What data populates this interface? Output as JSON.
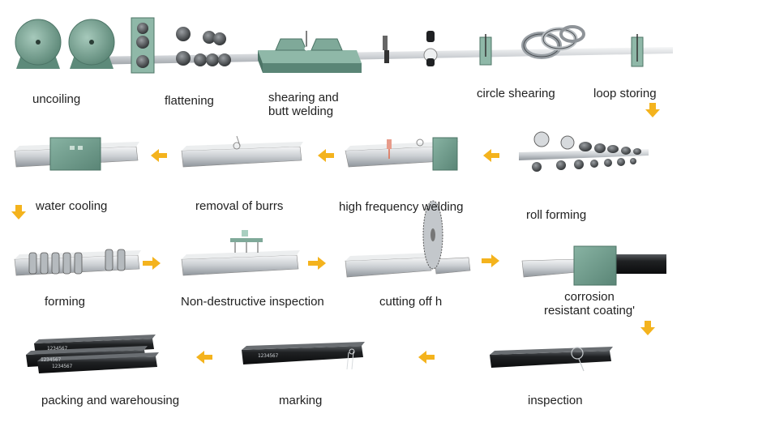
{
  "process_steps": [
    {
      "id": "uncoiling",
      "label": "uncoiling"
    },
    {
      "id": "flattening",
      "label": "flattening"
    },
    {
      "id": "shearing",
      "label": "shearing and\nbutt welding"
    },
    {
      "id": "circle_shearing",
      "label": "circle shearing"
    },
    {
      "id": "loop_storing",
      "label": "loop storing"
    },
    {
      "id": "roll_forming",
      "label": "roll forming"
    },
    {
      "id": "hf_welding",
      "label": "high frequency welding"
    },
    {
      "id": "burr_removal",
      "label": "removal of burrs"
    },
    {
      "id": "water_cooling",
      "label": "water cooling"
    },
    {
      "id": "forming",
      "label": "forming"
    },
    {
      "id": "ndt",
      "label": "Non-destructive inspection"
    },
    {
      "id": "cutting",
      "label": "cutting off h"
    },
    {
      "id": "coating",
      "label": "corrosion\nresistant coating'"
    },
    {
      "id": "inspection",
      "label": "inspection"
    },
    {
      "id": "marking",
      "label": "marking"
    },
    {
      "id": "packing",
      "label": "packing and warehousing"
    }
  ],
  "stamp_text": "1234567",
  "colors": {
    "machine_green": "#6f9c8c",
    "machine_green_dark": "#4c7466",
    "arrow_orange": "#f4b31d",
    "steel_light": "#e3e5e7",
    "steel_mid": "#a9aeb3",
    "pipe_dark": "#1d1f21"
  }
}
